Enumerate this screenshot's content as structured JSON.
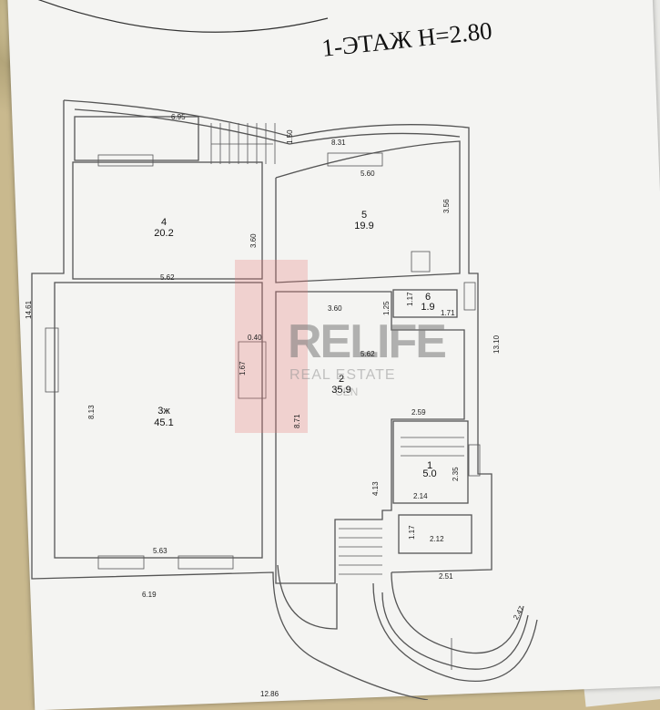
{
  "plan": {
    "title": "1-ЭТАЖ  Н=2.80",
    "watermark": {
      "brand": "RELIFE",
      "line1": "REAL ESTATE",
      "line2": "CEN"
    },
    "rooms": [
      {
        "num": "4",
        "area": "20.2"
      },
      {
        "num": "5",
        "area": "19.9"
      },
      {
        "num": "3ж",
        "area": "45.1"
      },
      {
        "num": "2",
        "area": "35.9"
      },
      {
        "num": "6",
        "area": "1.9"
      },
      {
        "num": "1",
        "area": "5.0"
      }
    ],
    "dims": {
      "d695": "6.95",
      "d150": "1.50",
      "d831": "8.31",
      "d560": "5.60",
      "d356": "3.56",
      "d360a": "3.60",
      "d562a": "5.62",
      "d1461": "14.61",
      "d360b": "3.60",
      "d117a": "1.17",
      "d171": "1.71",
      "d125": "1.25",
      "d1310": "13.10",
      "d040": "0.40",
      "d167": "1.67",
      "d562b": "5.62",
      "d813": "8.13",
      "d871": "8.71",
      "d259": "2.59",
      "d413": "4.13",
      "d235": "2.35",
      "d214": "2.14",
      "d117b": "1.17",
      "d212": "2.12",
      "d563": "5.63",
      "d619": "6.19",
      "d251": "2.51",
      "d247": "2.47",
      "d1286": "12.86"
    }
  }
}
